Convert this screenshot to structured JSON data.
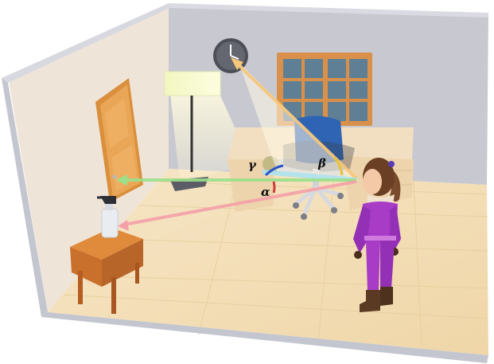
{
  "angles": {
    "alpha": "α",
    "beta": "β",
    "gamma": "γ"
  },
  "colors": {
    "wall_left": "#efe4d8",
    "wall_back": "#c7c8cf",
    "wall_edge": "#b9bbc4",
    "floor": "#f3e0bd",
    "floor_plank": "#e8cf9f",
    "door": "#e7a24a",
    "window_frame": "#d9904a",
    "window_glass": "#5f7f95",
    "desk": "#f2dfc2",
    "chair_seat": "#2f64b5",
    "character_suit": "#a83cc7",
    "ray_green": "#9be08a",
    "ray_pink": "#f5a0a8",
    "ray_orange": "#f6c77b",
    "ray_cyan": "#a9e2ef",
    "arc_blue": "#2c52c8",
    "arc_red": "#d13b3b",
    "arc_yellow": "#e6c33a"
  },
  "icons": [
    "wall-clock-icon",
    "floor-lamp-icon",
    "spray-bottle-icon",
    "office-chair-icon",
    "girl-character-icon"
  ]
}
